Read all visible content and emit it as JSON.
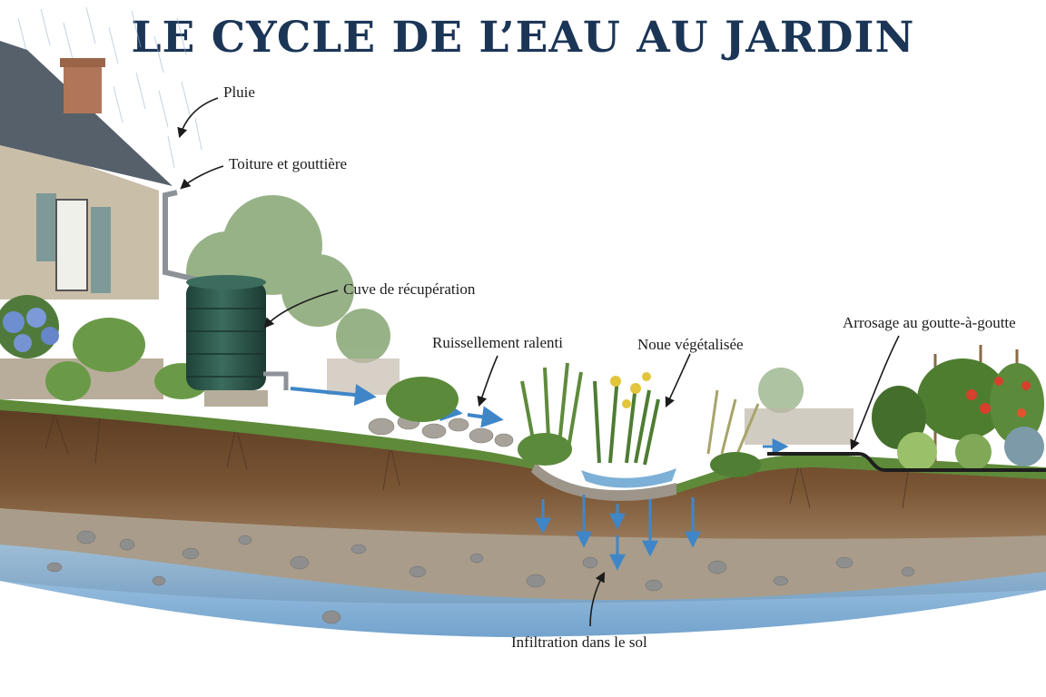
{
  "title": "LE CYCLE DE L’EAU AU JARDIN",
  "labels": {
    "rain": "Pluie",
    "roof": "Toiture et gouttière",
    "tank": "Cuve de récupération",
    "runoff": "Ruissellement ralenti",
    "swale": "Noue végétalisée",
    "drip": "Arrosage au goutte-à-goutte",
    "infiltration": "Infiltration dans le sol"
  },
  "icons": {
    "flow_arrow": "blue-arrow-icon",
    "leader": "callout-arrow-icon"
  },
  "colors": {
    "title": "#1b3556",
    "water": "#3f86c8",
    "soil": "#6b4a2c",
    "grass": "#5e8a3a",
    "tank": "#2f5a4e"
  }
}
